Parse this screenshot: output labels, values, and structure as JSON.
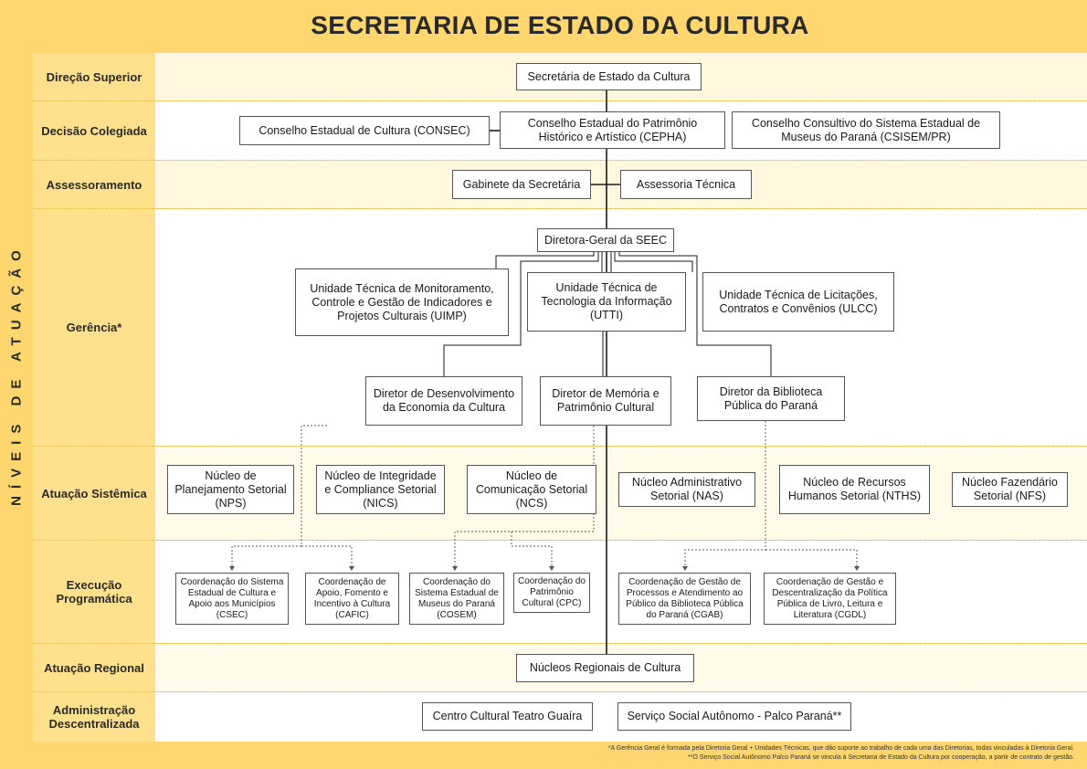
{
  "title": "SECRETARIA DE ESTADO DA CULTURA",
  "side_label": "NÍVEIS DE ATUAÇÃO",
  "rows": {
    "direcao": "Direção Superior",
    "decisao": "Decisão Colegiada",
    "assessoramento": "Assessoramento",
    "gerencia": "Gerência*",
    "sistemica": "Atuação Sistêmica",
    "execucao": "Execução Programática",
    "regional": "Atuação Regional",
    "descentralizada": "Administração Descentralizada"
  },
  "boxes": {
    "secretaria": "Secretária de Estado da Cultura",
    "consec": "Conselho Estadual de Cultura (CONSEC)",
    "cepha": "Conselho Estadual do Patrimônio Histórico e Artístico (CEPHA)",
    "csisem": "Conselho Consultivo do Sistema Estadual de Museus do Paraná (CSISEM/PR)",
    "gabinete": "Gabinete da Secretária",
    "assessoria": "Assessoria Técnica",
    "diretora_geral": "Diretora-Geral da SEEC",
    "uimp": "Unidade Técnica de Monitoramento, Controle e Gestão de Indicadores e Projetos Culturais (UIMP)",
    "utti": "Unidade Técnica de Tecnologia da Informação (UTTI)",
    "ulcc": "Unidade Técnica de Licitações, Contratos e Convênios (ULCC)",
    "dir_economia": "Diretor de Desenvolvimento da Economia da Cultura",
    "dir_memoria": "Diretor de Memória e Patrimônio Cultural",
    "dir_biblioteca": "Diretor da Biblioteca Pública do Paraná",
    "nps": "Núcleo de Planejamento Setorial (NPS)",
    "nics": "Núcleo de Integridade e Compliance Setorial (NICS)",
    "ncs": "Núcleo de Comunicação Setorial (NCS)",
    "nas": "Núcleo Administrativo Setorial (NAS)",
    "nths": "Núcleo de Recursos Humanos Setorial (NTHS)",
    "nfs": "Núcleo Fazendário Setorial (NFS)",
    "csec": "Coordenação do Sistema Estadual de Cultura e Apoio aos Municípios (CSEC)",
    "cafic": "Coordenação de Apoio, Fomento e Incentivo à Cultura (CAFIC)",
    "cosem": "Coordenação do Sistema Estadual de Museus do Paraná (COSEM)",
    "cpc": "Coordenação do Patrimônio Cultural (CPC)",
    "cgab": "Coordenação de Gestão de Processos e Atendimento ao Público da Biblioteca Pública do Paraná (CGAB)",
    "cgdl": "Coordenação de Gestão e Descentralização da Política Pública de Livro, Leitura e Literatura (CGDL)",
    "nucleos_regionais": "Núcleos Regionais de Cultura",
    "teatro_guaira": "Centro Cultural Teatro Guaíra",
    "palco_parana": "Serviço Social Autônomo - Palco Paraná**"
  },
  "footnotes": [
    "*A Gerência Geral é formada pela Diretoria Geral + Unidades Técnicas, que dão suporte ao trabalho de cada uma das Diretorias, todas vinculadas à Diretoria Geral.",
    "**O Serviço Social Autônomo Palco Paraná se vincula à Secretaria de Estado da Cultura por cooperação, a partir de contrato de gestão."
  ],
  "colors": {
    "accent": "#ffd76e",
    "label_bg": "#ffe08d",
    "band": "#fff8df",
    "line": "#1a1a1a"
  }
}
